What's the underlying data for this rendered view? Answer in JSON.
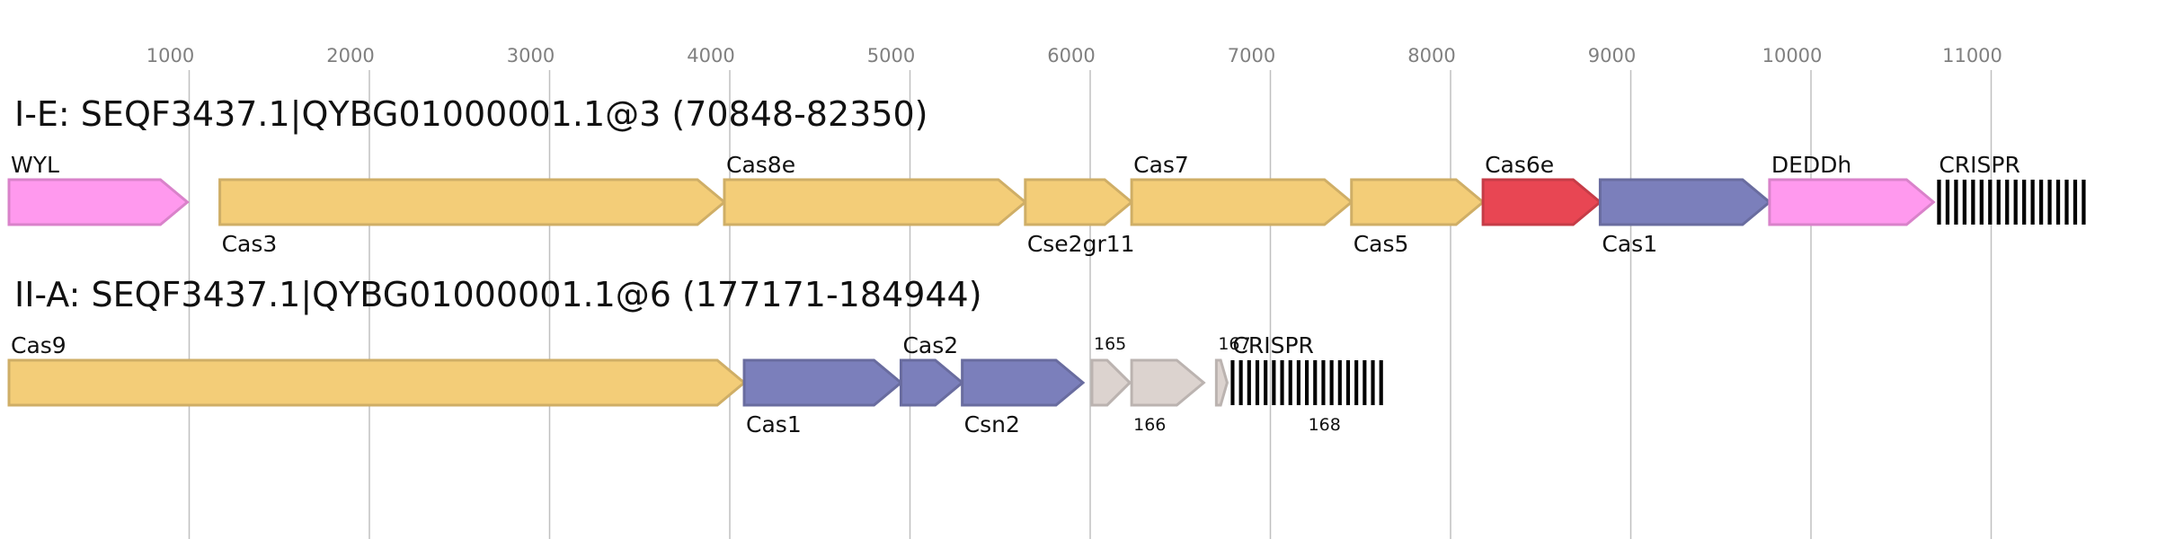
{
  "axis": {
    "ticks": [
      "1000",
      "2000",
      "3000",
      "4000",
      "5000",
      "6000",
      "7000",
      "8000",
      "9000",
      "10000",
      "11000"
    ]
  },
  "loci": [
    {
      "title": "I-E: SEQF3437.1|QYBG01000001.1@3 (70848-82350)",
      "genes": [
        {
          "label": "WYL",
          "start": 0,
          "end": 990,
          "kind": "arrow",
          "label_pos": "above",
          "color": "#ff99ee"
        },
        {
          "label": "Cas3",
          "start": 1170,
          "end": 3970,
          "kind": "arrow",
          "label_pos": "below",
          "color": "#f3cd78"
        },
        {
          "label": "Cas8e",
          "start": 3970,
          "end": 5640,
          "kind": "arrow",
          "label_pos": "above",
          "color": "#f3cd78"
        },
        {
          "label": "Cse2gr11",
          "start": 5640,
          "end": 6230,
          "kind": "arrow",
          "label_pos": "below",
          "color": "#f3cd78"
        },
        {
          "label": "Cas7",
          "start": 6230,
          "end": 7450,
          "kind": "arrow",
          "label_pos": "above",
          "color": "#f3cd78"
        },
        {
          "label": "Cas5",
          "start": 7450,
          "end": 8180,
          "kind": "arrow",
          "label_pos": "below",
          "color": "#f3cd78"
        },
        {
          "label": "Cas6e",
          "start": 8180,
          "end": 8830,
          "kind": "arrow",
          "label_pos": "above",
          "color": "#e84653"
        },
        {
          "label": "Cas1",
          "start": 8830,
          "end": 9770,
          "kind": "arrow",
          "label_pos": "below",
          "color": "#7b7fbb"
        },
        {
          "label": "DEDDh",
          "start": 9770,
          "end": 10680,
          "kind": "arrow",
          "label_pos": "above",
          "color": "#ff99ee"
        },
        {
          "label": "CRISPR",
          "start": 10700,
          "end": 11550,
          "kind": "crispr",
          "label_pos": "above",
          "color": "#000000",
          "repeats": 18
        }
      ]
    },
    {
      "title": "II-A: SEQF3437.1|QYBG01000001.1@6 (177171-184944)",
      "genes": [
        {
          "label": "Cas9",
          "start": 0,
          "end": 4080,
          "kind": "arrow",
          "label_pos": "above",
          "color": "#f3cd78"
        },
        {
          "label": "Cas1",
          "start": 4080,
          "end": 4950,
          "kind": "arrow",
          "label_pos": "below",
          "color": "#7b7fbb"
        },
        {
          "label": "Cas2",
          "start": 4950,
          "end": 5290,
          "kind": "arrow",
          "label_pos": "above",
          "color": "#7b7fbb"
        },
        {
          "label": "Csn2",
          "start": 5290,
          "end": 5960,
          "kind": "arrow",
          "label_pos": "below",
          "color": "#7b7fbb"
        },
        {
          "label": "165",
          "start": 6010,
          "end": 6220,
          "kind": "arrow",
          "label_pos": "above-small",
          "color": "#dcd3cf"
        },
        {
          "label": "166",
          "start": 6230,
          "end": 6630,
          "kind": "arrow",
          "label_pos": "below-small",
          "color": "#dcd3cf"
        },
        {
          "label": "167",
          "start": 6700,
          "end": 6760,
          "kind": "arrow",
          "label_pos": "above-small",
          "color": "#dcd3cf"
        },
        {
          "label": "CRISPR",
          "start": 6780,
          "end": 7650,
          "kind": "crispr",
          "label_pos": "above",
          "color": "#000000",
          "repeats": 19
        },
        {
          "label": "168",
          "start": 7200,
          "end": 7500,
          "kind": "none",
          "label_pos": "below-small",
          "color": "#000000"
        }
      ]
    }
  ],
  "colors": {
    "grid": "#c0c0c0",
    "tick_text": "#808080"
  }
}
